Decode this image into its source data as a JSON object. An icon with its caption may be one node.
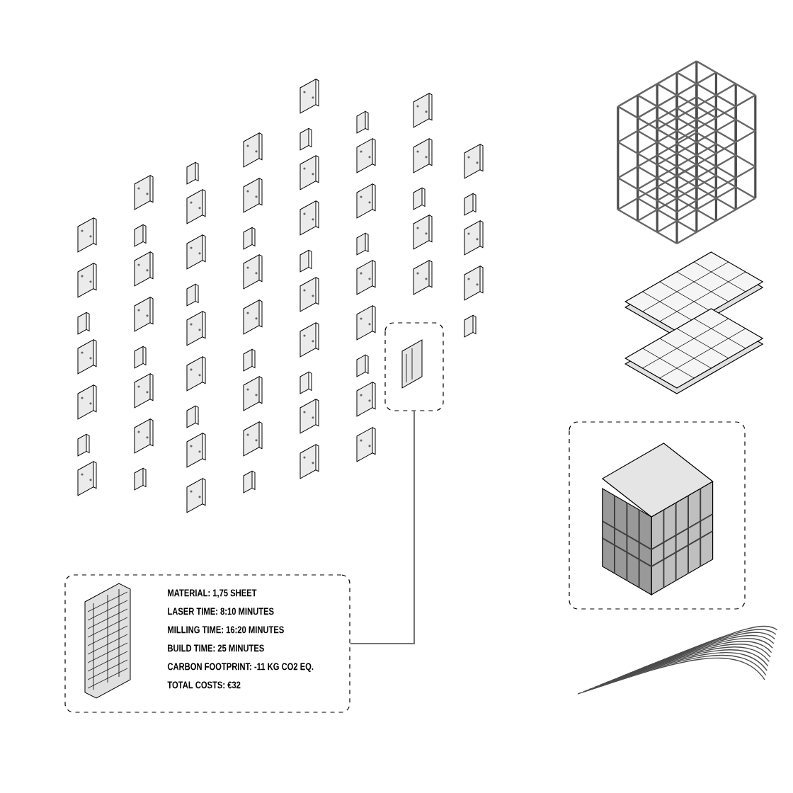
{
  "diagram": {
    "nodes": [
      {
        "text": [],
        "shape": "picture"
      },
      {
        "text": [
          "MATERIAL: 1,75 SHEET",
          "LASER TIME: 8:10 MINUTES",
          "MILLING TIME: 16:20 MINUTES",
          "BUILD TIME: 25 MINUTES",
          "CARBON FOOTPRINT: -11 KG CO2 EQ.",
          "TOTAL COSTS: €32"
        ]
      }
    ],
    "edges": [
      {
        "from": 0,
        "to": 1,
        "arrow": "none"
      }
    ]
  }
}
